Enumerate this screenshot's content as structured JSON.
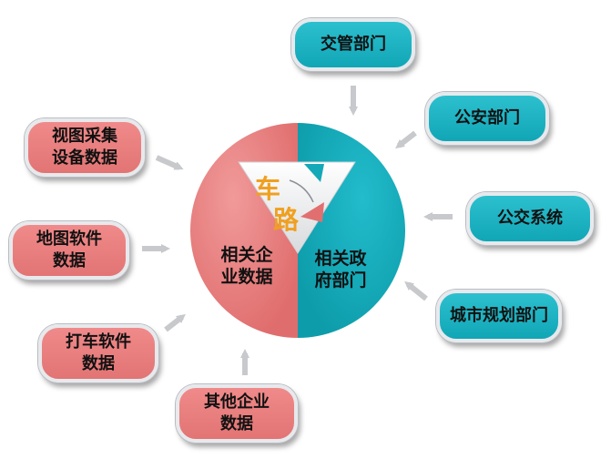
{
  "colors": {
    "red": "#e57b7b",
    "teal": "#12a9b8",
    "arrow": "#c8c9cc",
    "accent_orange": "#f0a020"
  },
  "center": {
    "left_label": "相关企\n业数据",
    "right_label": "相关政\n府部门",
    "char_1": "车",
    "char_2": "路"
  },
  "boxes": {
    "video_capture": "视图采集\n设备数据",
    "map_software": "地图软件\n数据",
    "taxi_software": "打车软件\n数据",
    "other_enterprise": "其他企业\n数据",
    "traffic_dept": "交管部门",
    "police_dept": "公安部门",
    "bus_system": "公交系统",
    "urban_planning": "城市规划部门"
  }
}
